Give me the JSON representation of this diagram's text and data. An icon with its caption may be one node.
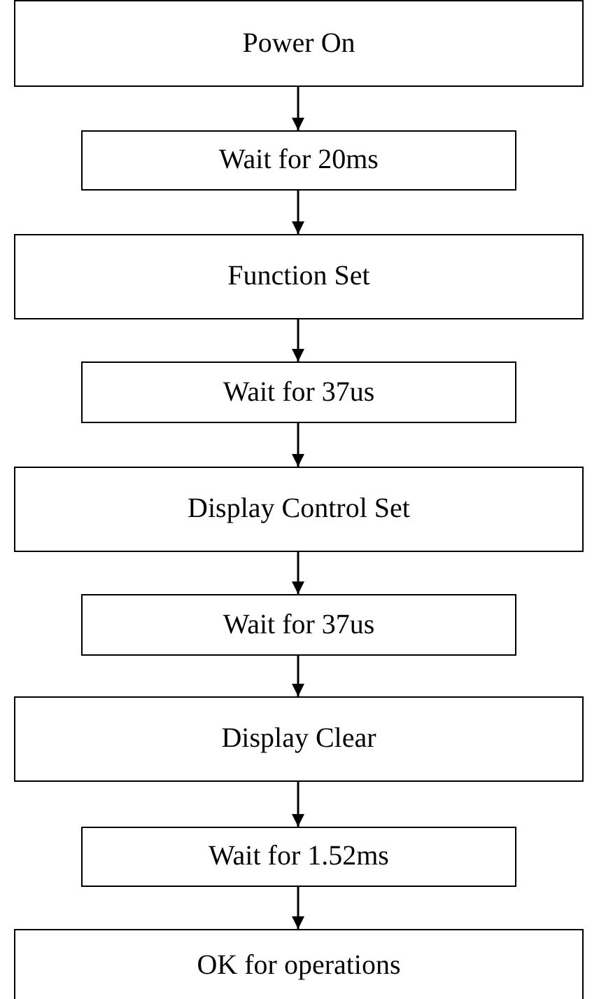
{
  "diagram": {
    "nodes": [
      {
        "text": [
          "Power On"
        ]
      },
      {
        "text": [
          "Wait for 20ms"
        ]
      },
      {
        "text": [
          "Function Set"
        ]
      },
      {
        "text": [
          "Wait for 37us"
        ]
      },
      {
        "text": [
          "Display Control Set"
        ]
      },
      {
        "text": [
          "Wait for 37us"
        ]
      },
      {
        "text": [
          "Display Clear"
        ]
      },
      {
        "text": [
          "Wait for 1.52ms"
        ]
      },
      {
        "text": [
          "OK for operations"
        ]
      }
    ],
    "edges": [
      {
        "from": 0,
        "to": 1,
        "arrow": "to"
      },
      {
        "from": 1,
        "to": 2,
        "arrow": "to"
      },
      {
        "from": 2,
        "to": 3,
        "arrow": "to"
      },
      {
        "from": 3,
        "to": 4,
        "arrow": "to"
      },
      {
        "from": 4,
        "to": 5,
        "arrow": "to"
      },
      {
        "from": 5,
        "to": 6,
        "arrow": "to"
      },
      {
        "from": 6,
        "to": 7,
        "arrow": "to"
      },
      {
        "from": 7,
        "to": 8,
        "arrow": "to"
      }
    ]
  }
}
